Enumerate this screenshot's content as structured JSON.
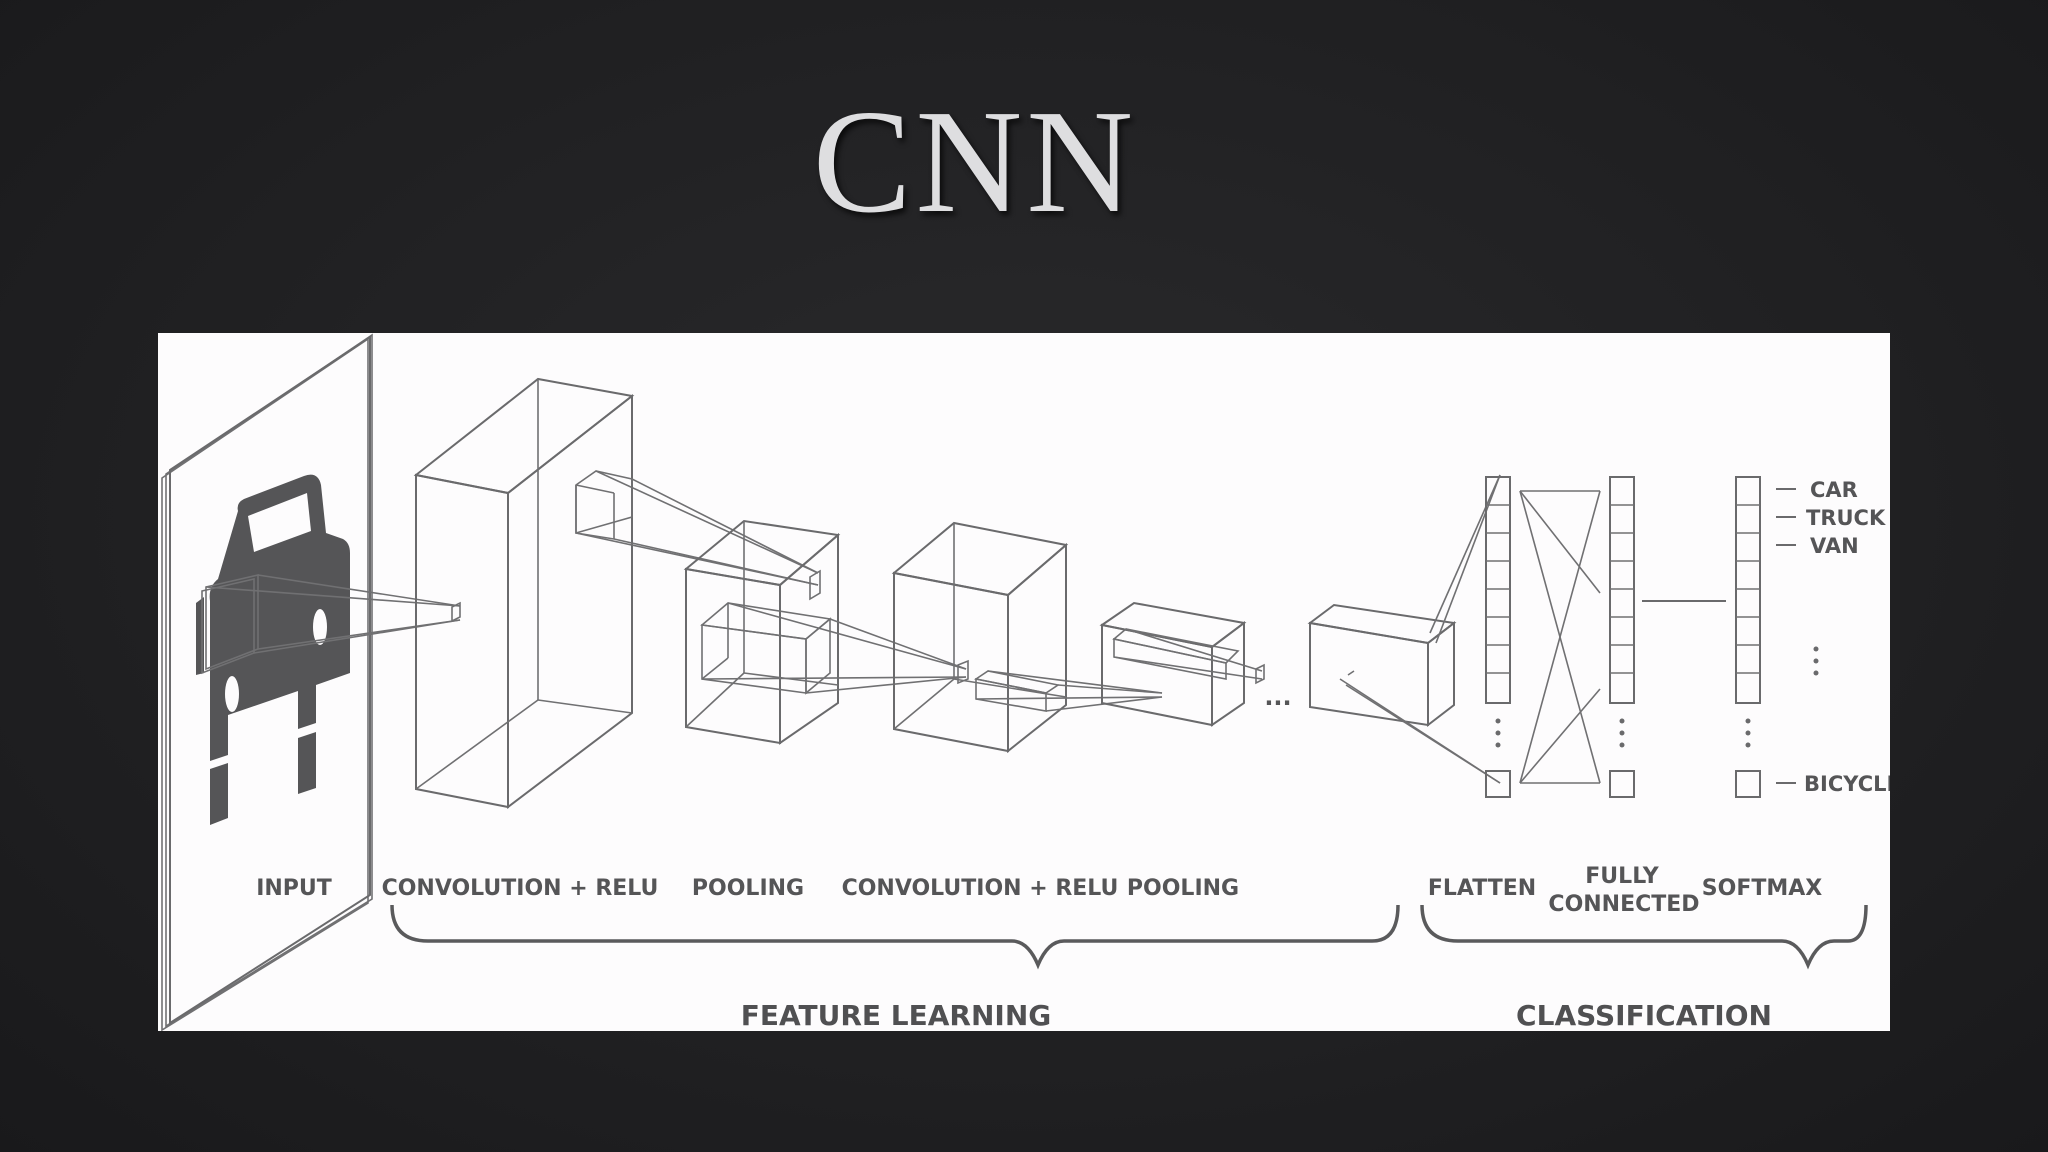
{
  "slide": {
    "title": "CNN"
  },
  "diagram": {
    "stages": [
      {
        "id": "input",
        "label": "INPUT"
      },
      {
        "id": "conv1",
        "label": "CONVOLUTION + RELU"
      },
      {
        "id": "pool1",
        "label": "POOLING"
      },
      {
        "id": "conv2",
        "label": "CONVOLUTION + RELU"
      },
      {
        "id": "pool2",
        "label": "POOLING"
      },
      {
        "id": "flatten",
        "label": "FLATTEN"
      },
      {
        "id": "fc_line1",
        "label": "FULLY"
      },
      {
        "id": "fc_line2",
        "label": "CONNECTED"
      },
      {
        "id": "softmax",
        "label": "SOFTMAX"
      }
    ],
    "groups": {
      "feature_learning": "FEATURE LEARNING",
      "classification": "CLASSIFICATION"
    },
    "classes": [
      "CAR",
      "TRUCK",
      "VAN",
      "BICYCLE"
    ],
    "ellipsis": "...",
    "colors": {
      "background": "#202022",
      "panel": "#fdfcfd",
      "line": "#6a6a6c",
      "car_icon": "#555557",
      "title": "#dedee0"
    },
    "icons": [
      "car-icon"
    ]
  }
}
